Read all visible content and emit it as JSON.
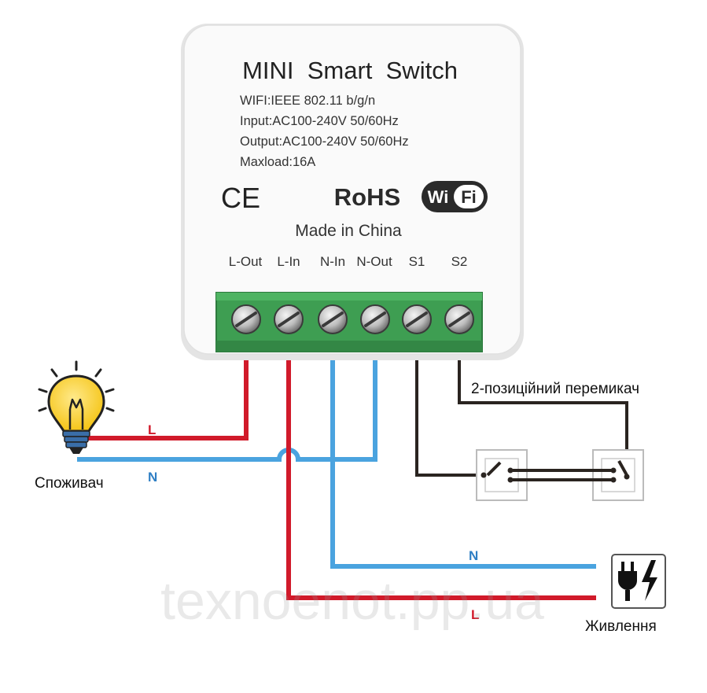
{
  "device": {
    "title": "MINI  Smart  Switch",
    "specs": [
      "WIFI:IEEE 802.11 b/g/n",
      "Input:AC100-240V 50/60Hz",
      "Output:AC100-240V 50/60Hz",
      "Maxload:16A"
    ],
    "ce_mark": "CE",
    "rohs": "RoHS",
    "wifi_logo": {
      "wi": "Wi",
      "fi": "Fi"
    },
    "made_in": "Made in China",
    "terminals": [
      "L-Out",
      "L-In",
      "N-In",
      "N-Out",
      "S1",
      "S2"
    ]
  },
  "labels": {
    "switch": "2-позиційний перемикач",
    "consumer": "Споживач",
    "supply": "Живлення",
    "wire_l_consumer": "L",
    "wire_n_consumer": "N",
    "wire_n_supply": "N",
    "wire_l_supply": "L"
  },
  "watermark": "texnoenot.pp.ua",
  "colors": {
    "live_wire": "#d11a2a",
    "neutral_wire": "#4aa3df",
    "switch_wire": "#2a2420",
    "terminal_block": "#3e9e52",
    "label_blue": "#2f7fc4",
    "label_red": "#d11a2a"
  },
  "icons": [
    "lightbulb-icon",
    "power-plug-icon",
    "lightning-icon",
    "wifi-logo-icon",
    "ce-mark-icon"
  ]
}
